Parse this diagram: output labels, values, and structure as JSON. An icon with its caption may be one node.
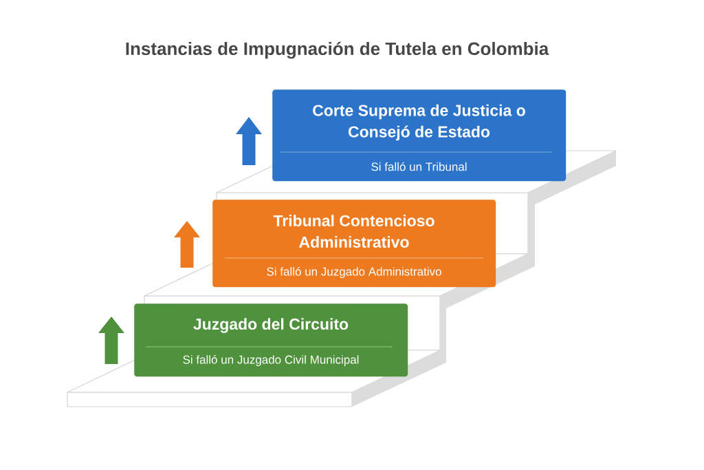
{
  "diagram": {
    "title": "Instancias de Impugnación de Tutela en Colombia",
    "nodes": [
      {
        "text": [
          "Corte Suprema de Justicia o Consejó de Estado",
          "Si falló un Tribunal"
        ]
      },
      {
        "text": [
          "Tribunal Contencioso Administrativo",
          "Si falló un Juzgado Administrativo"
        ]
      },
      {
        "text": [
          "Juzgado del Circuito",
          "Si falló un Juzgado Civil Municipal"
        ]
      }
    ]
  }
}
